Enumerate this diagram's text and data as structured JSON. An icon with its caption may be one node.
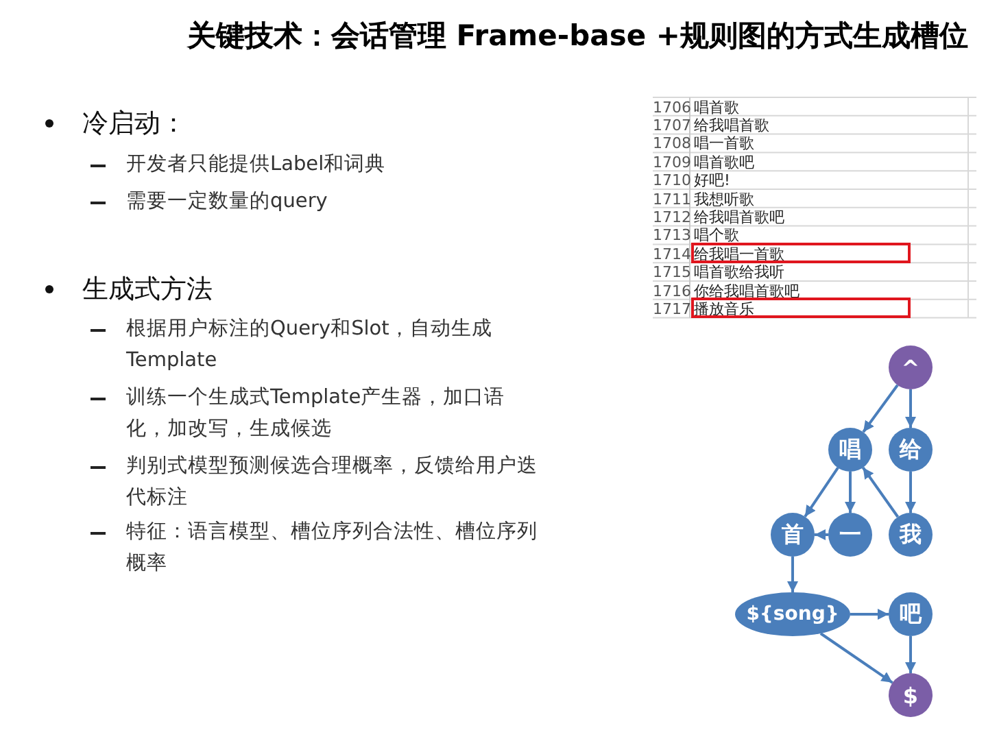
{
  "diagram": {
    "title": "关键技术：会话管理 Frame-base +规则图的方式生成槽位",
    "nodes": [
      {
        "text": [
          "^"
        ]
      },
      {
        "text": [
          "唱"
        ]
      },
      {
        "text": [
          "给"
        ]
      },
      {
        "text": [
          "首"
        ]
      },
      {
        "text": [
          "一"
        ]
      },
      {
        "text": [
          "我"
        ]
      },
      {
        "text": [
          "${song}"
        ]
      },
      {
        "text": [
          "吧"
        ]
      },
      {
        "text": [
          "$"
        ]
      }
    ],
    "edges": [
      {
        "from": 0,
        "to": 1,
        "arrow": "to"
      },
      {
        "from": 0,
        "to": 2,
        "arrow": "to"
      },
      {
        "from": 1,
        "to": 3,
        "arrow": "to"
      },
      {
        "from": 1,
        "to": 4,
        "arrow": "to"
      },
      {
        "from": 5,
        "to": 1,
        "arrow": "to"
      },
      {
        "from": 2,
        "to": 5,
        "arrow": "to"
      },
      {
        "from": 4,
        "to": 3,
        "arrow": "to"
      },
      {
        "from": 3,
        "to": 6,
        "arrow": "to"
      },
      {
        "from": 6,
        "to": 7,
        "arrow": "to"
      },
      {
        "from": 6,
        "to": 8,
        "arrow": "to"
      },
      {
        "from": 7,
        "to": 8,
        "arrow": "to"
      }
    ],
    "labels": [
      "冷启动：",
      "开发者只能提供Label和词典",
      "需要一定数量的query",
      "生成式方法",
      "根据用户标注的Query和Slot，自动生成Template",
      "训练一个生成式Template产生器，加口语化，加改写，生成候选",
      "判别式模型预测候选合理概率，反馈给用户迭代标注",
      "特征：语言模型、槽位序列合法性、槽位序列概率",
      "1706",
      "唱首歌",
      "1707",
      "给我唱首歌",
      "1708",
      "唱一首歌",
      "1709",
      "唱首歌吧",
      "1710",
      "好吧!",
      "1711",
      "我想听歌",
      "1712",
      "给我唱首歌吧",
      "1713",
      "唱个歌",
      "1714",
      "给我唱一首歌",
      "1715",
      "唱首歌给我听",
      "1716",
      "你给我唱首歌吧",
      "1717",
      "播放音乐"
    ]
  }
}
